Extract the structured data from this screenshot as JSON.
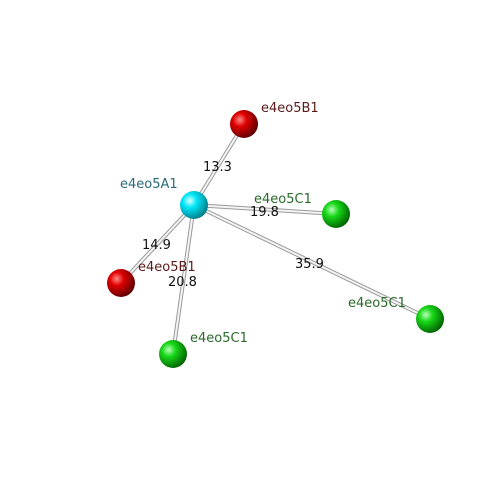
{
  "colors": {
    "cyan_node": "#00e0f0",
    "red_node": "#e00000",
    "green_node": "#10d010",
    "label_cyan": "#2a6a78",
    "label_red": "#5a1a1a",
    "label_green": "#2a6a2a",
    "bond": "#c8c8c8",
    "distance_text": "#111111"
  },
  "nodes": [
    {
      "id": "center",
      "label": "e4eo5A1",
      "color_key": "cyan"
    },
    {
      "id": "red_top",
      "label": "e4eo5B1",
      "color_key": "red"
    },
    {
      "id": "red_left",
      "label": "e4eo5B1",
      "color_key": "red"
    },
    {
      "id": "green_mid",
      "label": "e4eo5C1",
      "color_key": "green"
    },
    {
      "id": "green_right",
      "label": "e4eo5C1",
      "color_key": "green"
    },
    {
      "id": "green_bottom",
      "label": "e4eo5C1",
      "color_key": "green"
    }
  ],
  "edges": [
    {
      "from": "center",
      "to": "red_top",
      "distance": "13.3"
    },
    {
      "from": "center",
      "to": "red_left",
      "distance": "14.9"
    },
    {
      "from": "center",
      "to": "green_mid",
      "distance": "19.8"
    },
    {
      "from": "center",
      "to": "green_bottom",
      "distance": "20.8"
    },
    {
      "from": "center",
      "to": "green_right",
      "distance": "35.9"
    }
  ]
}
